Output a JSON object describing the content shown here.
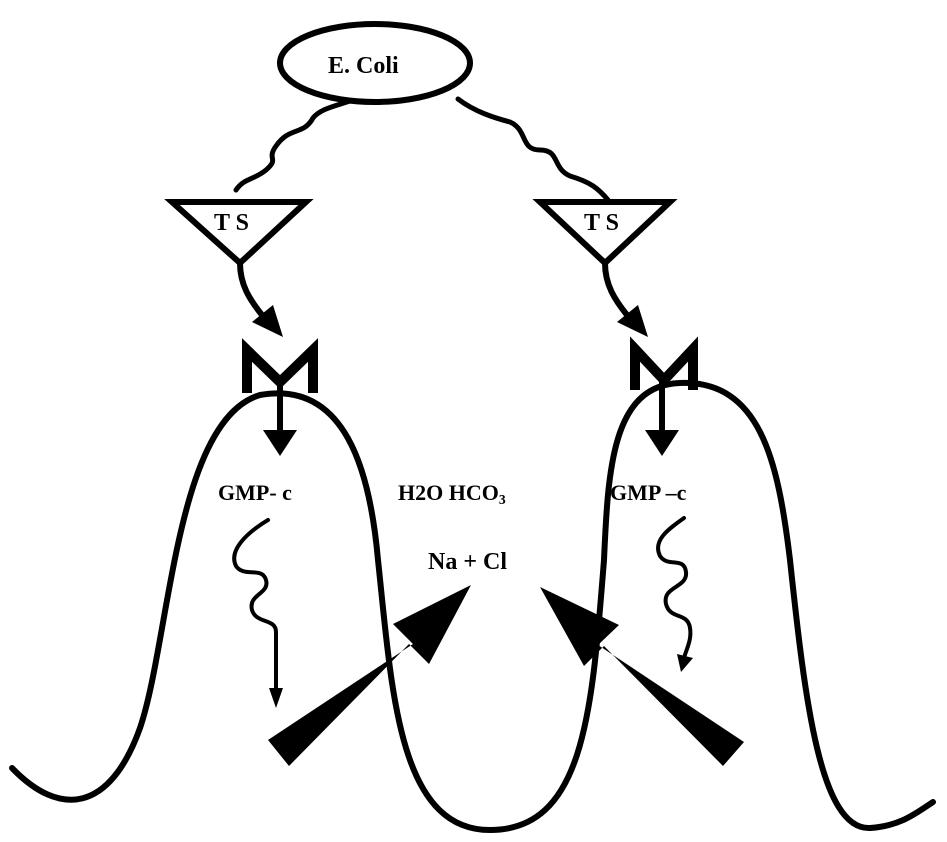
{
  "labels": {
    "bacterium": "E. Coli",
    "receptor_left": "T S",
    "receptor_right": "T S",
    "messenger_left": "GMP- c",
    "messenger_right": "GMP –c",
    "secretion_water": "H2O",
    "secretion_bicarbonate_base": "HCO",
    "secretion_bicarbonate_sub": "3",
    "ions": "Na + Cl"
  },
  "colors": {
    "ink": "#000000",
    "background": "#ffffff"
  }
}
